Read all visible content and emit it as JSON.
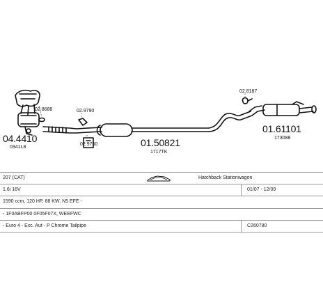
{
  "parts": {
    "manifold_code": "04.4410",
    "manifold_ref": "0341L8",
    "clamp1": "02.8688",
    "clamp2": "02.9790",
    "clamp3": "02.9750",
    "middle_code": "01.50821",
    "middle_ref": "1717TK",
    "hanger": "02.8187",
    "rear_code": "01.61101",
    "rear_ref": "173088"
  },
  "table": {
    "rows": [
      [
        "207 (CAT)",
        "",
        "Hatchback Stationwagon",
        ""
      ],
      [
        "1.6i 16V",
        "",
        "",
        "01/07 - 12/09"
      ],
      [
        "1590 ccm, 120 HP, 88 KW, N5 EFE -",
        "",
        "",
        ""
      ],
      [
        "- 1F0ABFP00 0F05F07X, WEEFWC",
        "",
        "",
        ""
      ],
      [
        "- Euro 4 - Exc. Aut - P Chrome Tailpipe",
        "",
        "",
        "C260780"
      ]
    ]
  }
}
